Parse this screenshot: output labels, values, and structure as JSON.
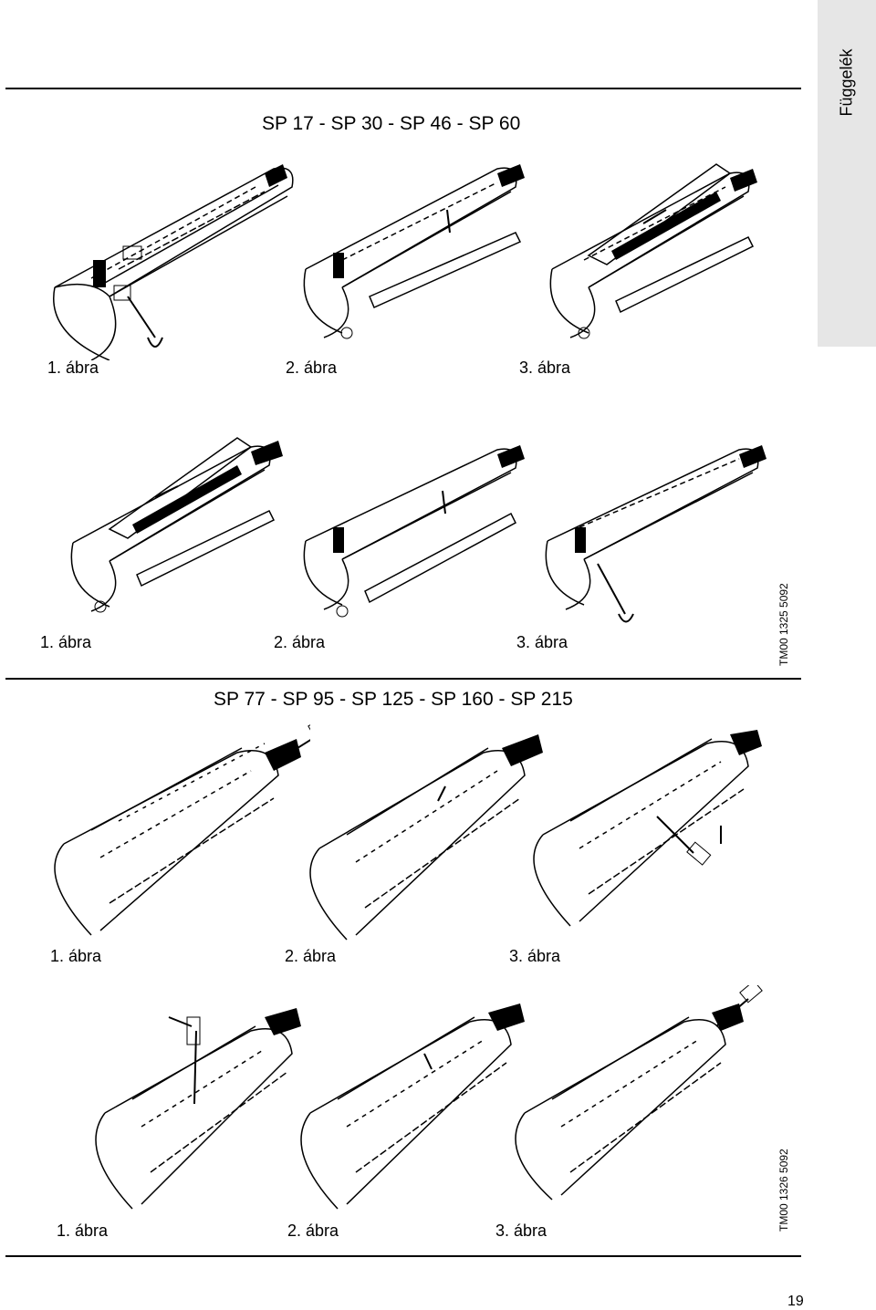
{
  "side_tab": {
    "label": "Függelék"
  },
  "section1": {
    "title": "SP 17 - SP 30 - SP 46 - SP 60",
    "row1_captions": [
      "1. ábra",
      "2. ábra",
      "3. ábra"
    ],
    "row2_captions": [
      "1. ábra",
      "2. ábra",
      "3. ábra"
    ],
    "code": "TM00 1325 5092"
  },
  "section2": {
    "title": "SP 77 - SP 95 - SP 125 - SP 160 - SP 215",
    "row1_captions": [
      "1. ábra",
      "2. ábra",
      "3. ábra"
    ],
    "row2_captions": [
      "1. ábra",
      "2. ábra",
      "3. ábra"
    ],
    "code": "TM00 1326 5092"
  },
  "page_number": "19"
}
